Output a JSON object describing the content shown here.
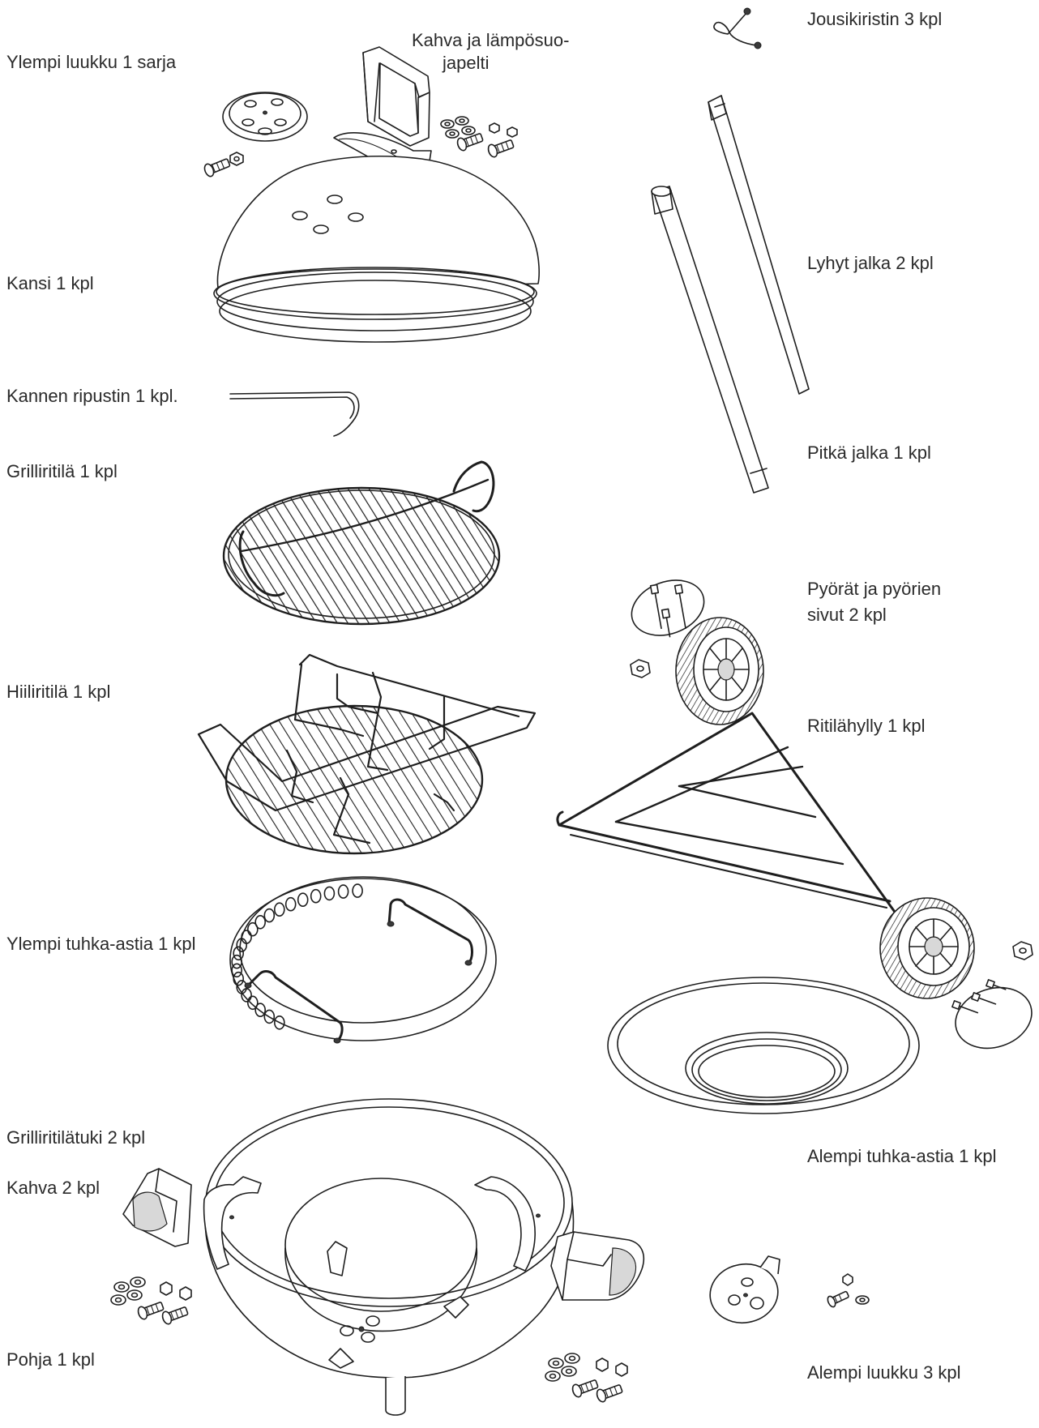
{
  "labels": {
    "upper_vent": "Ylempi luukku 1 sarja",
    "handle_heatshield_line1": "Kahva ja lämpösuo-",
    "handle_heatshield_line2": "japelti",
    "spring_clip": "Jousikiristin 3 kpl",
    "lid": "Kansi 1 kpl",
    "short_leg": "Lyhyt jalka 2 kpl",
    "lid_hanger": "Kannen ripustin 1 kpl.",
    "cooking_grate": "Grilliritilä 1 kpl",
    "long_leg": "Pitkä jalka 1 kpl",
    "wheels_line1": "Pyörät ja pyörien",
    "wheels_line2": "sivut 2 kpl",
    "charcoal_grate": "Hiiliritilä  1 kpl",
    "grate_shelf": "Ritilähylly 1 kpl",
    "upper_ash_pan": "Ylempi tuhka-astia 1 kpl",
    "grate_support": "Grilliritilätuki 2 kpl",
    "lower_ash_pan": "Alempi tuhka-astia 1 kpl",
    "handle": "Kahva 2 kpl",
    "bowl": "Pohja 1 kpl",
    "lower_vent": "Alempi luukku 3 kpl"
  }
}
